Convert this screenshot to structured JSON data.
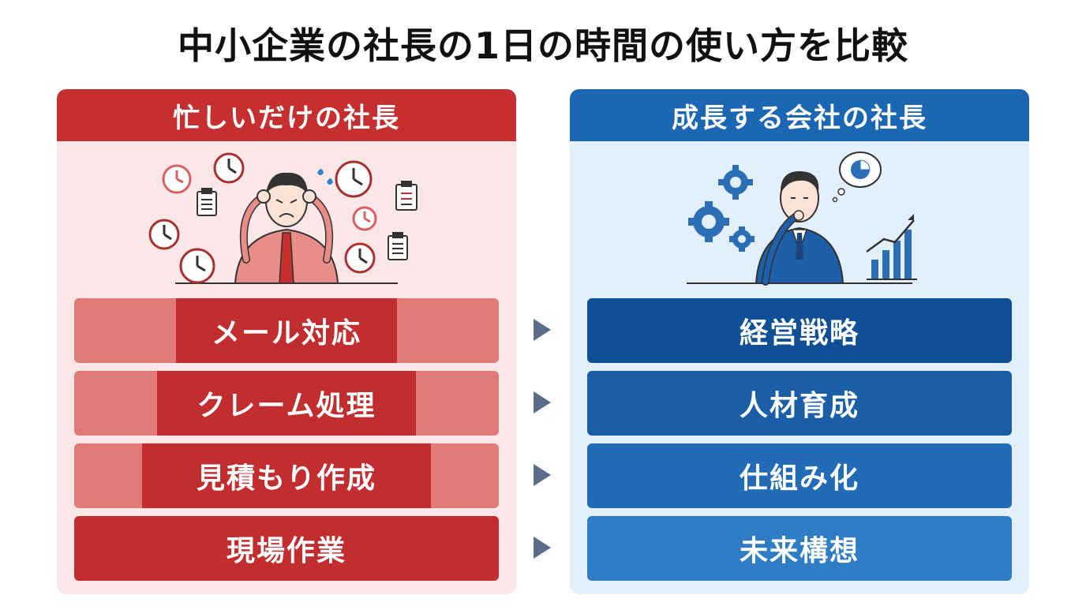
{
  "title": "中小企業の社長の1日の時間の使い方を比較",
  "left": {
    "header": "忙しいだけの社長",
    "header_color": "#c62f30",
    "illustration": "stressed-president-with-clocks",
    "items": [
      {
        "label": "メール対応",
        "busy_fill": 0.52
      },
      {
        "label": "クレーム処理",
        "busy_fill": 0.61
      },
      {
        "label": "見積もり作成",
        "busy_fill": 0.68
      },
      {
        "label": "現場作業",
        "busy_fill": 1.0
      }
    ]
  },
  "right": {
    "header": "成長する会社の社長",
    "header_color": "#1c67b3",
    "illustration": "thinking-president-with-gears-and-growth-chart",
    "items": [
      {
        "label": "経営戦略",
        "color": "#0f4f96"
      },
      {
        "label": "人材育成",
        "color": "#1a5ea8"
      },
      {
        "label": "仕組み化",
        "color": "#226bb6"
      },
      {
        "label": "未来構想",
        "color": "#2f7dc4"
      }
    ]
  },
  "arrow_icon": "chevron-right-icon"
}
